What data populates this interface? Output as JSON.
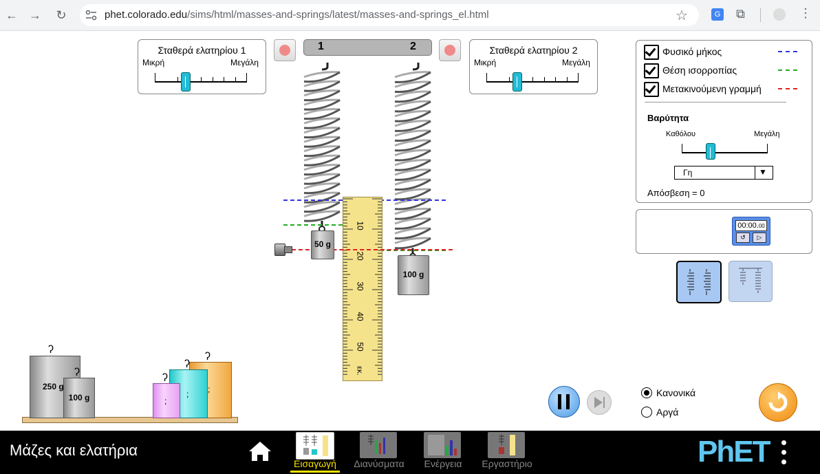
{
  "browser": {
    "url_host": "phet.colorado.edu",
    "url_path": "/sims/html/masses-and-springs/latest/masses-and-springs_el.html"
  },
  "spring1_panel": {
    "title": "Σταθερά ελατηρίου 1",
    "min_label": "Μικρή",
    "max_label": "Μεγάλη",
    "value_fraction": 0.33
  },
  "spring2_panel": {
    "title": "Σταθερά ελατηρίου 2",
    "min_label": "Μικρή",
    "max_label": "Μεγάλη",
    "value_fraction": 0.33
  },
  "ceiling": {
    "label1": "1",
    "label2": "2"
  },
  "masses": {
    "hung1": "50 g",
    "hung2": "100 g",
    "shelf_250": "250 g",
    "shelf_100": "100 g",
    "mystery_labels": [
      ";",
      ";",
      ";"
    ]
  },
  "ruler": {
    "ticks": [
      "10",
      "20",
      "30",
      "40",
      "50",
      "εκ."
    ]
  },
  "options": {
    "natural_length": "Φυσικό μήκος",
    "equilibrium": "Θέση ισορροπίας",
    "movable_line": "Μετακινούμενη γραμμή",
    "colors": {
      "natural": "#3333dd",
      "equilibrium": "#22aa22",
      "movable": "#dd2222"
    }
  },
  "gravity": {
    "title": "Βαρύτητα",
    "min_label": "Καθόλου",
    "max_label": "Μεγάλη",
    "value_fraction": 0.33,
    "planet": "Γη",
    "damping": "Απόσβεση = 0"
  },
  "stopwatch": {
    "time": "00:00.",
    "hundredths": "00"
  },
  "speed": {
    "normal": "Κανονικά",
    "slow": "Αργά"
  },
  "nav": {
    "title": "Μάζες και ελατήρια",
    "screens": [
      "Εισαγωγή",
      "Διανύσματα",
      "Ενέργεια",
      "Εργαστήριο"
    ],
    "logo": "PhET"
  }
}
